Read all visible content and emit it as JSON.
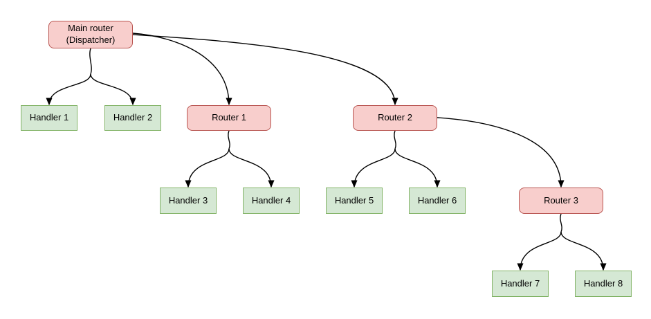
{
  "diagram": {
    "type": "tree-flow-diagram",
    "background_color": "#ffffff",
    "edge_color": "#000000",
    "node_styles": {
      "router": {
        "fill": "#f8cecc",
        "stroke": "#b85450",
        "shape": "rounded-rectangle"
      },
      "handler": {
        "fill": "#d5e8d4",
        "stroke": "#82b366",
        "shape": "rectangle"
      }
    },
    "nodes": {
      "main": {
        "label": "Main router\n(Dispatcher)",
        "type": "router"
      },
      "handler1": {
        "label": "Handler 1",
        "type": "handler"
      },
      "handler2": {
        "label": "Handler 2",
        "type": "handler"
      },
      "router1": {
        "label": "Router 1",
        "type": "router"
      },
      "router2": {
        "label": "Router 2",
        "type": "router"
      },
      "handler3": {
        "label": "Handler 3",
        "type": "handler"
      },
      "handler4": {
        "label": "Handler 4",
        "type": "handler"
      },
      "handler5": {
        "label": "Handler 5",
        "type": "handler"
      },
      "handler6": {
        "label": "Handler 6",
        "type": "handler"
      },
      "router3": {
        "label": "Router 3",
        "type": "router"
      },
      "handler7": {
        "label": "Handler 7",
        "type": "handler"
      },
      "handler8": {
        "label": "Handler 8",
        "type": "handler"
      }
    },
    "edges": [
      {
        "from": "main",
        "to": "handler1",
        "style": "arrow"
      },
      {
        "from": "main",
        "to": "handler2",
        "style": "arrow"
      },
      {
        "from": "main",
        "to": "router1",
        "style": "arrow"
      },
      {
        "from": "main",
        "to": "router2",
        "style": "arrow"
      },
      {
        "from": "router1",
        "to": "handler3",
        "style": "arrow"
      },
      {
        "from": "router1",
        "to": "handler4",
        "style": "arrow"
      },
      {
        "from": "router2",
        "to": "handler5",
        "style": "arrow"
      },
      {
        "from": "router2",
        "to": "handler6",
        "style": "arrow"
      },
      {
        "from": "router2",
        "to": "router3",
        "style": "arrow"
      },
      {
        "from": "router3",
        "to": "handler7",
        "style": "arrow"
      },
      {
        "from": "router3",
        "to": "handler8",
        "style": "arrow"
      }
    ]
  }
}
